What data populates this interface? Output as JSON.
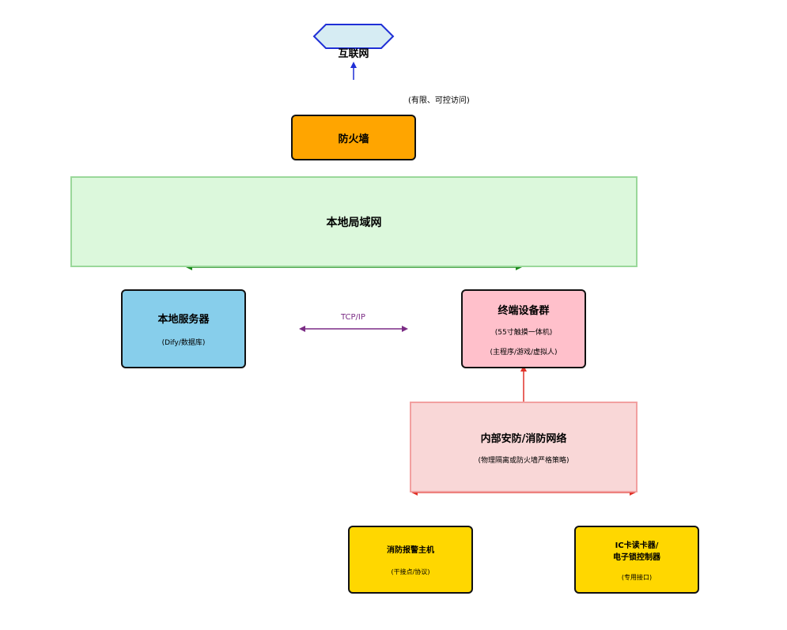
{
  "colors": {
    "internet_fill": "#d6ecf3",
    "internet_stroke": "#1f2fd6",
    "firewall": "#ffa500",
    "lan_fill": "#dcf8dc",
    "lan_stroke": "#9ad89a",
    "server": "#87ceeb",
    "terminal": "#ffc0cb",
    "security_fill": "#f9d7d7",
    "security_stroke": "#f2a0a0",
    "device": "#ffd700",
    "blue_link": "#1f2fd6",
    "green_link": "#1a8a1a",
    "purple_link": "#7b2c85",
    "red_link": "#e0332a"
  },
  "internet": {
    "label": "互联网"
  },
  "internet_link": {
    "label": "(有限、可控访问)"
  },
  "firewall": {
    "label": "防火墙"
  },
  "lan": {
    "label": "本地局域网"
  },
  "server": {
    "title": "本地服务器",
    "sub": "(Dify/数据库)"
  },
  "tcp": {
    "label": "TCP/IP"
  },
  "terminal": {
    "title": "终端设备群",
    "sub1": "(55寸触摸一体机)",
    "sub2": "(主程序/游戏/虚拟人)"
  },
  "security": {
    "title": "内部安防/消防网络",
    "sub": "(物理隔离或防火墙严格策略)"
  },
  "fire_alarm": {
    "title": "消防报警主机",
    "sub": "(干接点/协议)"
  },
  "ic_reader": {
    "title_line1": "IC卡读卡器/",
    "title_line2": "电子锁控制器",
    "sub": "(专用接口)"
  }
}
